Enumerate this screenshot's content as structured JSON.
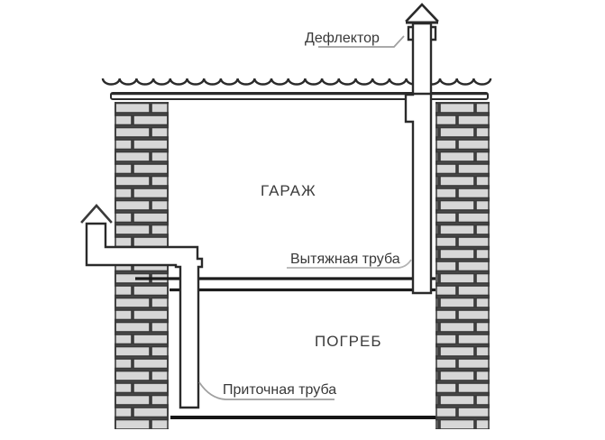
{
  "labels": {
    "deflector": "Дефлектор",
    "garage": "ГАРАЖ",
    "exhaust_pipe": "Вытяжная труба",
    "cellar": "ПОГРЕБ",
    "supply_pipe": "Приточная труба"
  },
  "colors": {
    "line": "#2a2a2a",
    "floor_line": "#1c1c1c",
    "brick_fill": "#d7d7d7",
    "mortar": "#4a4a4a",
    "brick_outline": "#383838",
    "leader": "#9f9f9f",
    "text": "#3a3a3a",
    "background": "#ffffff"
  }
}
